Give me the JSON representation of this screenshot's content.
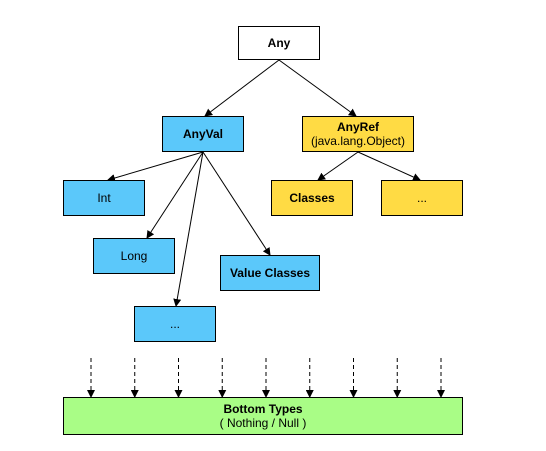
{
  "colors": {
    "root": "#ffffff",
    "anyval": "#5bc8fa",
    "anyref": "#ffdb44",
    "bottom": "#a9fd86",
    "stroke": "#000000"
  },
  "nodes": {
    "any": {
      "label": "Any"
    },
    "anyval": {
      "label": "AnyVal"
    },
    "anyref": {
      "label": "AnyRef",
      "sublabel": "(java.lang.Object)"
    },
    "int": {
      "label": "Int"
    },
    "long": {
      "label": "Long"
    },
    "value_classes": {
      "label": "Value Classes"
    },
    "anyval_more": {
      "label": "..."
    },
    "classes": {
      "label": "Classes"
    },
    "anyref_more": {
      "label": "..."
    },
    "bottom": {
      "label": "Bottom Types",
      "sublabel": "( Nothing / Null )"
    }
  },
  "edges": [
    {
      "from": "any",
      "to": "anyval",
      "style": "solid"
    },
    {
      "from": "any",
      "to": "anyref",
      "style": "solid"
    },
    {
      "from": "anyval",
      "to": "int",
      "style": "solid"
    },
    {
      "from": "anyval",
      "to": "long",
      "style": "solid"
    },
    {
      "from": "anyval",
      "to": "anyval_more",
      "style": "solid"
    },
    {
      "from": "anyval",
      "to": "value_classes",
      "style": "solid"
    },
    {
      "from": "anyref",
      "to": "classes",
      "style": "solid"
    },
    {
      "from": "anyref",
      "to": "anyref_more",
      "style": "solid"
    }
  ],
  "bottom_arrow_count": 9,
  "bottom_arrow_style": "dashed"
}
